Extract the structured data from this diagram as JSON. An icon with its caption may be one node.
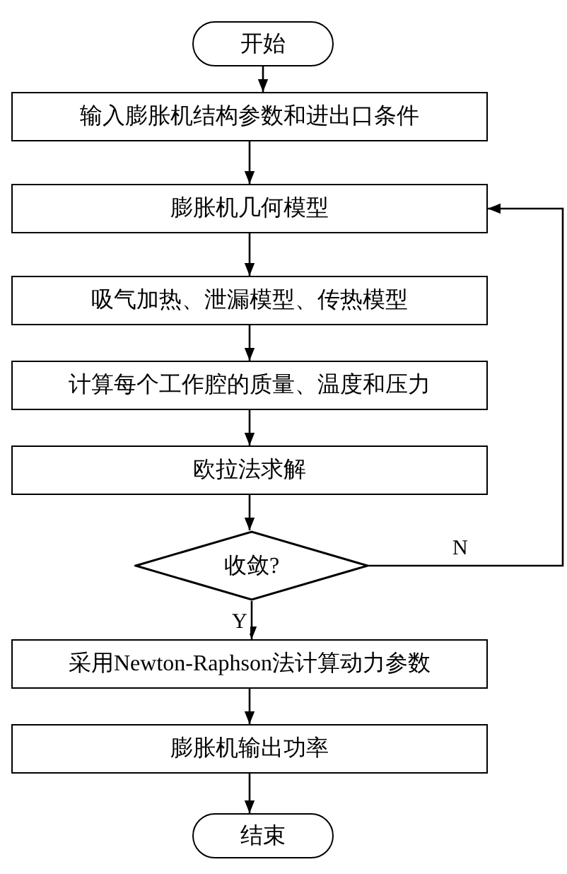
{
  "diagram": {
    "nodes": [
      {
        "text": [
          "开始"
        ]
      },
      {
        "text": [
          "输入膨胀机结构参数和进出口条件"
        ]
      },
      {
        "text": [
          "膨胀机几何模型"
        ]
      },
      {
        "text": [
          "吸气加热、泄漏模型、传热模型"
        ]
      },
      {
        "text": [
          "计算每个工作腔的质量、温度和压力"
        ]
      },
      {
        "text": [
          "欧拉法求解"
        ]
      },
      {
        "text": [
          "收敛?"
        ]
      },
      {
        "text": [
          "采用Newton-Raphson法计算动力参数"
        ]
      },
      {
        "text": [
          "膨胀机输出功率"
        ]
      },
      {
        "text": [
          "结束"
        ]
      }
    ],
    "edges": [
      {
        "from": 0,
        "to": 1,
        "arrow": "to"
      },
      {
        "from": 1,
        "to": 2,
        "arrow": "to"
      },
      {
        "from": 2,
        "to": 3,
        "arrow": "to"
      },
      {
        "from": 3,
        "to": 4,
        "arrow": "to"
      },
      {
        "from": 4,
        "to": 5,
        "arrow": "to"
      },
      {
        "from": 5,
        "to": 6,
        "arrow": "to"
      },
      {
        "from": 6,
        "to": 7,
        "label": "Y",
        "arrow": "to"
      },
      {
        "from": 7,
        "to": 8,
        "arrow": "to"
      },
      {
        "from": 8,
        "to": 9,
        "arrow": "to"
      },
      {
        "from": 6,
        "to": 2,
        "label": "N",
        "arrow": "to"
      }
    ]
  }
}
